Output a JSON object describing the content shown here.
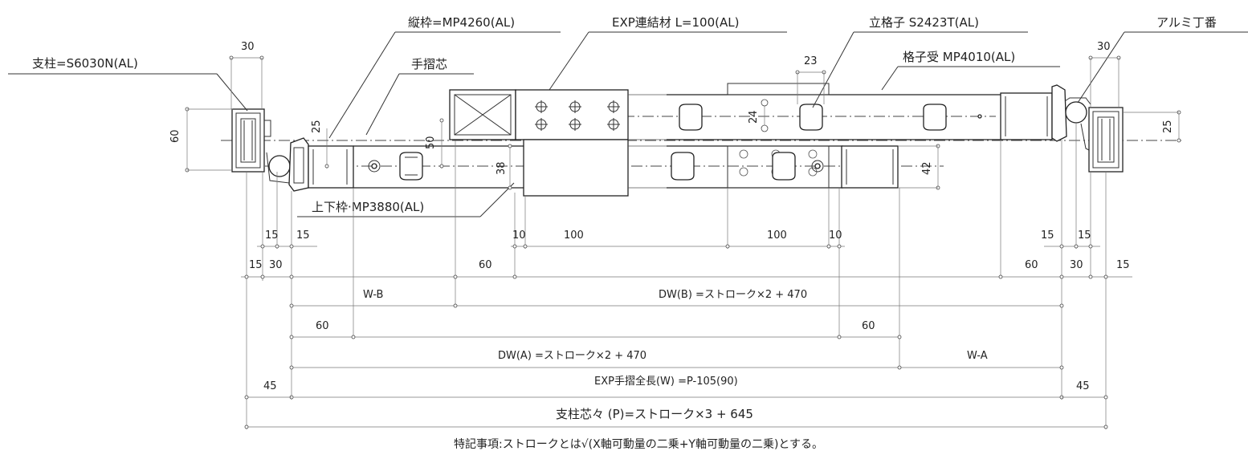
{
  "labels": {
    "post": "支柱=S6030N(AL)",
    "vertical_frame": "縦枠=MP4260(AL)",
    "handrail_core": "手摺芯",
    "exp_connector": "EXP連結材 L=100(AL)",
    "lattice": "立格子 S2423T(AL)",
    "lattice_receiver": "格子受 MP4010(AL)",
    "hinge": "アルミ丁番",
    "top_bottom_frame": "上下枠·MP3880(AL)"
  },
  "dims": {
    "d30_left": "30",
    "d30_right": "30",
    "d60": "60",
    "d25_left": "25",
    "d50": "50",
    "d38": "38",
    "d23": "23",
    "d24": "24",
    "d42": "42",
    "d25_right": "25",
    "r1": [
      "15",
      "15",
      "10",
      "100",
      "100",
      "10",
      "15",
      "15"
    ],
    "r2": [
      "15",
      "30",
      "60",
      "60",
      "30",
      "15"
    ],
    "wb": "W-B",
    "dwb": "DW(B) =ストローク×2 + 470",
    "r4": [
      "60",
      "60"
    ],
    "dwa": "DW(A) =ストローク×2 + 470",
    "wa": "W-A",
    "exp_total": "EXP手摺全長(W) =P-105(90)",
    "d45_left": "45",
    "d45_right": "45",
    "post_pitch": "支柱芯々 (P)=ストローク×3 + 645"
  },
  "note": "特記事項:ストロークとは√(X軸可動量の二乗+Y軸可動量の二乗)とする。"
}
